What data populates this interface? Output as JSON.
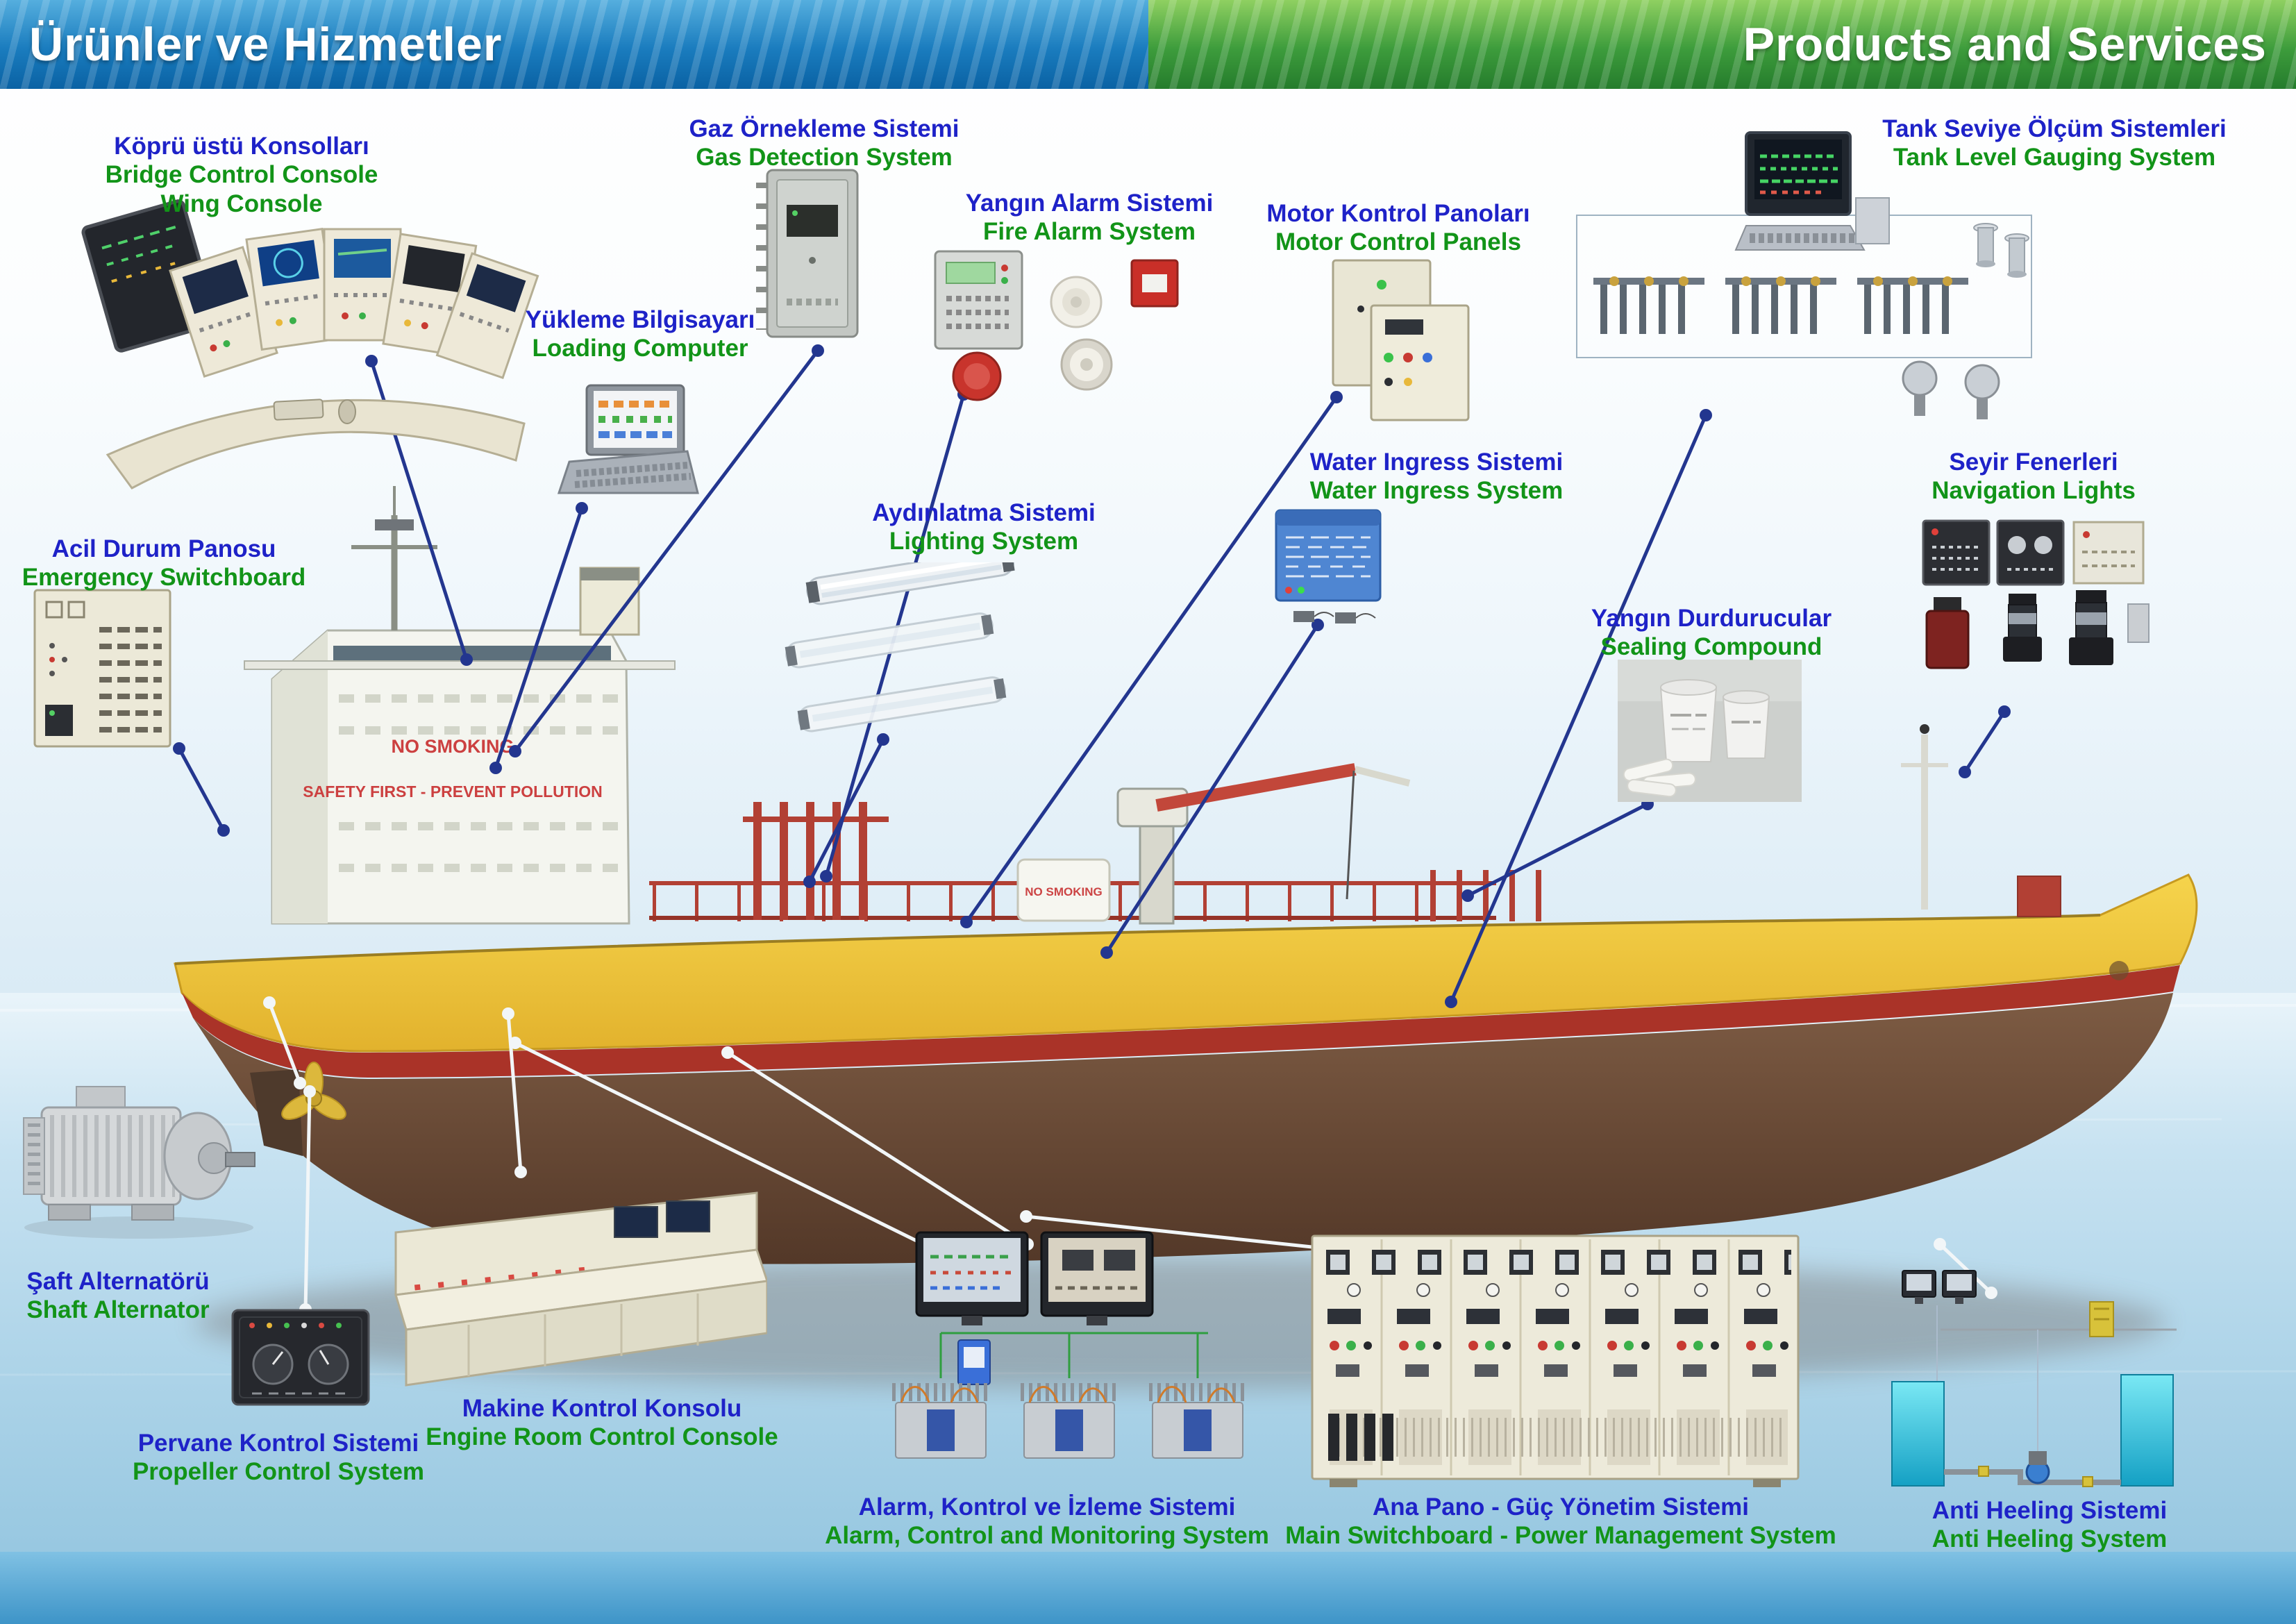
{
  "header": {
    "left": "Ürünler ve Hizmetler",
    "right": "Products and Services"
  },
  "colors": {
    "label_turkish": "#1e22c8",
    "label_english": "#129418",
    "connector_navy": "#23368f",
    "connector_white": "#f2f6f8",
    "header_blue": "#1a7cbe",
    "header_green": "#3d9c3c",
    "hull_yellow": "#f0c83e",
    "hull_brown": "#6b4a38"
  },
  "ship": {
    "no_smoking": "NO SMOKING",
    "safety_text": "SAFETY FIRST  -  PREVENT POLLUTION",
    "deck_no_smoking": "NO SMOKING"
  },
  "products": [
    {
      "id": "bridge-control-console",
      "tr": "Köprü üstü Konsolları",
      "en": "Bridge Control Console",
      "en2": "Wing Console"
    },
    {
      "id": "gas-detection-system",
      "tr": "Gaz Örnekleme Sistemi",
      "en": "Gas Detection System"
    },
    {
      "id": "fire-alarm-system",
      "tr": "Yangın Alarm Sistemi",
      "en": "Fire Alarm System"
    },
    {
      "id": "motor-control-panels",
      "tr": "Motor Kontrol Panoları",
      "en": "Motor Control Panels"
    },
    {
      "id": "tank-level-gauging-system",
      "tr": "Tank Seviye Ölçüm Sistemleri",
      "en": "Tank Level Gauging System"
    },
    {
      "id": "loading-computer",
      "tr": "Yükleme Bilgisayarı",
      "en": "Loading Computer"
    },
    {
      "id": "lighting-system",
      "tr": "Aydınlatma Sistemi",
      "en": "Lighting System"
    },
    {
      "id": "water-ingress-system",
      "tr": "Water Ingress Sistemi",
      "en": "Water Ingress System"
    },
    {
      "id": "navigation-lights",
      "tr": "Seyir Fenerleri",
      "en": "Navigation Lights"
    },
    {
      "id": "emergency-switchboard",
      "tr": "Acil Durum Panosu",
      "en": "Emergency Switchboard"
    },
    {
      "id": "sealing-compound",
      "tr": "Yangın Durdurucular",
      "en": "Sealing Compound"
    },
    {
      "id": "shaft-alternator",
      "tr": "Şaft Alternatörü",
      "en": "Shaft Alternator"
    },
    {
      "id": "propeller-control-system",
      "tr": "Pervane Kontrol Sistemi",
      "en": "Propeller Control System"
    },
    {
      "id": "engine-room-control-console",
      "tr": "Makine Kontrol Konsolu",
      "en": "Engine Room Control Console"
    },
    {
      "id": "alarm-control-monitoring-system",
      "tr": "Alarm, Kontrol ve  İzleme Sistemi",
      "en": "Alarm, Control and Monitoring System"
    },
    {
      "id": "main-switchboard",
      "tr": "Ana Pano - Güç Yönetim Sistemi",
      "en": "Main Switchboard - Power Management System"
    },
    {
      "id": "anti-heeling-system",
      "tr": "Anti Heeling Sistemi",
      "en": "Anti Heeling System"
    }
  ]
}
